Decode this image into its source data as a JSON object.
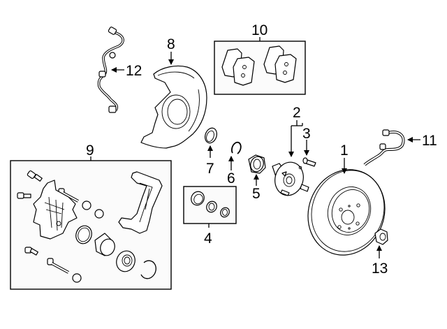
{
  "diagram": {
    "title": "Front brake assembly exploded view",
    "colors": {
      "line": "#000000",
      "background": "#ffffff",
      "box_fill": "#fbfbfb"
    },
    "callouts": [
      {
        "id": "1",
        "label": "1",
        "part": "brake-rotor"
      },
      {
        "id": "2",
        "label": "2",
        "part": "hub-assembly"
      },
      {
        "id": "3",
        "label": "3",
        "part": "wheel-stud"
      },
      {
        "id": "4",
        "label": "4",
        "part": "seal-kit"
      },
      {
        "id": "5",
        "label": "5",
        "part": "wheel-bearing"
      },
      {
        "id": "6",
        "label": "6",
        "part": "snap-ring"
      },
      {
        "id": "7",
        "label": "7",
        "part": "dust-seal"
      },
      {
        "id": "8",
        "label": "8",
        "part": "splash-shield"
      },
      {
        "id": "9",
        "label": "9",
        "part": "caliper-assembly"
      },
      {
        "id": "10",
        "label": "10",
        "part": "brake-pads"
      },
      {
        "id": "11",
        "label": "11",
        "part": "brake-hose"
      },
      {
        "id": "12",
        "label": "12",
        "part": "abs-sensor"
      },
      {
        "id": "13",
        "label": "13",
        "part": "lug-nut"
      }
    ]
  }
}
